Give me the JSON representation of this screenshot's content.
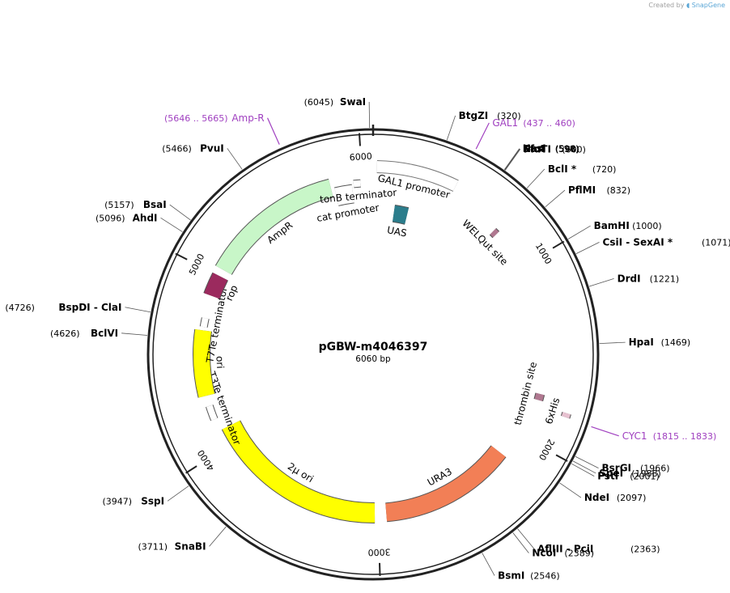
{
  "credit": {
    "prefix": "Created by",
    "brand": "SnapGene"
  },
  "plasmid": {
    "name": "pGBW-m4046397",
    "size_label": "6060 bp",
    "length": 6060
  },
  "ticks": [
    {
      "pos": 1000,
      "label": "1000"
    },
    {
      "pos": 2000,
      "label": "2000"
    },
    {
      "pos": 3000,
      "label": "3000"
    },
    {
      "pos": 4000,
      "label": "4000"
    },
    {
      "pos": 5000,
      "label": "5000"
    },
    {
      "pos": 6000,
      "label": "6000"
    }
  ],
  "sites": [
    {
      "name": "SwaI",
      "coord": "(6045)",
      "pos": 6045
    },
    {
      "name": "BtgZI",
      "coord": "(320)",
      "pos": 320
    },
    {
      "name": "KasI",
      "coord": "(596)",
      "pos": 596
    },
    {
      "name": "NarI",
      "coord": "(597)",
      "pos": 597
    },
    {
      "name": "SfoI",
      "coord": "(598)",
      "pos": 598
    },
    {
      "name": "PluTI",
      "coord": "(600)",
      "pos": 600
    },
    {
      "name": "BclI *",
      "coord": "(720)",
      "pos": 720
    },
    {
      "name": "PflMI",
      "coord": "(832)",
      "pos": 832
    },
    {
      "name": "BamHI",
      "coord": "(1000)",
      "pos": 1000
    },
    {
      "name": "CsiI  - SexAI *",
      "coord": "(1071)",
      "pos": 1071
    },
    {
      "name": "DrdI",
      "coord": "(1221)",
      "pos": 1221
    },
    {
      "name": "HpaI",
      "coord": "(1469)",
      "pos": 1469
    },
    {
      "name": "BsrGI",
      "coord": "(1966)",
      "pos": 1966
    },
    {
      "name": "SpeI",
      "coord": "(1988)",
      "pos": 1988
    },
    {
      "name": "PstI",
      "coord": "(2001)",
      "pos": 2001
    },
    {
      "name": "NdeI",
      "coord": "(2097)",
      "pos": 2097
    },
    {
      "name": "AflIII  - PciI",
      "coord": "(2363)",
      "pos": 2363
    },
    {
      "name": "NcoI",
      "coord": "(2389)",
      "pos": 2389
    },
    {
      "name": "BsmI",
      "coord": "(2546)",
      "pos": 2546
    },
    {
      "name": "SnaBI",
      "coord": "(3711)",
      "pos": 3711
    },
    {
      "name": "SspI",
      "coord": "(3947)",
      "pos": 3947
    },
    {
      "name": "BclVI",
      "coord": "(4626)",
      "pos": 4626
    },
    {
      "name": "BspDI  - ClaI",
      "coord": "(4726)",
      "pos": 4726
    },
    {
      "name": "AhdI",
      "coord": "(5096)",
      "pos": 5096
    },
    {
      "name": "BsaI",
      "coord": "(5157)",
      "pos": 5157
    },
    {
      "name": "PvuI",
      "coord": "(5466)",
      "pos": 5466
    }
  ],
  "primers": [
    {
      "name": "Amp-R",
      "coord": "(5646 .. 5665)",
      "pos": 5655
    },
    {
      "name": "GAL1",
      "coord": "(437 .. 460)",
      "pos": 448
    },
    {
      "name": "CYC1",
      "coord": "(1815 .. 1833)",
      "pos": 1824
    }
  ],
  "features": [
    {
      "name": "GAL1 promoter",
      "start": 20,
      "end": 440,
      "type": "promoter",
      "color": "#ffffff",
      "stroke": "#777777"
    },
    {
      "name": "UAS",
      "start": 140,
      "end": 230,
      "type": "box",
      "color": "#2b7d8c"
    },
    {
      "name": "WELQut site",
      "start": 745,
      "end": 770,
      "type": "site",
      "color": "#b07890"
    },
    {
      "name": "thrombin site",
      "start": 1740,
      "end": 1775,
      "type": "site",
      "color": "#b07890"
    },
    {
      "name": "6xHis",
      "start": 1800,
      "end": 1820,
      "type": "tag",
      "color": "#e7c1d0"
    },
    {
      "name": "URA3",
      "start": 2150,
      "end": 2950,
      "type": "gene",
      "color": "#f27f56"
    },
    {
      "name": "2μ ori",
      "start": 3020,
      "end": 4100,
      "type": "ori",
      "color": "#ffff00"
    },
    {
      "name": "T3Te terminator",
      "start": 4170,
      "end": 4250,
      "type": "terminator",
      "color": "#ffffff"
    },
    {
      "name": "ori",
      "start": 4310,
      "end": 4680,
      "type": "ori",
      "color": "#ffff00"
    },
    {
      "name": "T7Te terminator",
      "start": 4700,
      "end": 4750,
      "type": "terminator",
      "color": "#ffffff"
    },
    {
      "name": "rop",
      "start": 4880,
      "end": 5000,
      "type": "gene",
      "color": "#9b2a5e"
    },
    {
      "name": "AmpR",
      "start": 5040,
      "end": 5820,
      "type": "gene",
      "color": "#c8f6c8"
    },
    {
      "name": "cat promoter",
      "start": 5840,
      "end": 5940,
      "type": "promoter",
      "color": "#ffffff"
    },
    {
      "name": "tonB terminator",
      "start": 5950,
      "end": 5990,
      "type": "terminator",
      "color": "#ffffff"
    }
  ]
}
